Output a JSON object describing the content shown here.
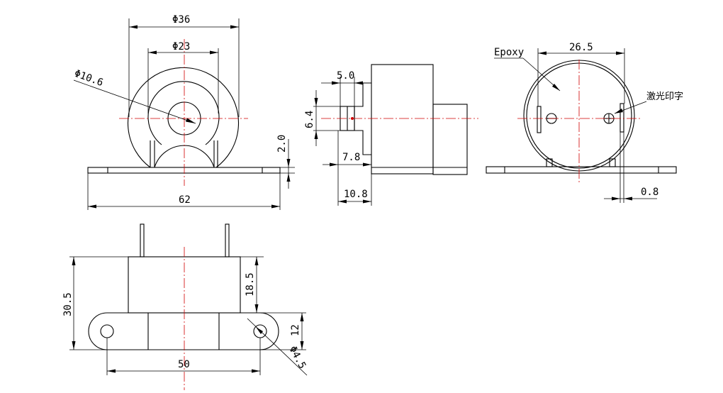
{
  "dimensions": {
    "outer_dia": "Φ36",
    "inner_dia": "Φ23",
    "hole_dia": "Φ10.6",
    "base_thickness": "2.0",
    "base_length": "62",
    "pin_dia": "6.4",
    "pin_len": "5.0",
    "side_depth": "7.8",
    "side_depth_total": "10.8",
    "width": "26.5",
    "clearance": "0.8",
    "height_total": "30.5",
    "height_body": "18.5",
    "flange_height": "12",
    "mount_hole_dia": "Φ4.5",
    "hole_spacing": "50"
  },
  "labels": {
    "epoxy": "Epoxy",
    "laser_marking": "激光印字"
  }
}
